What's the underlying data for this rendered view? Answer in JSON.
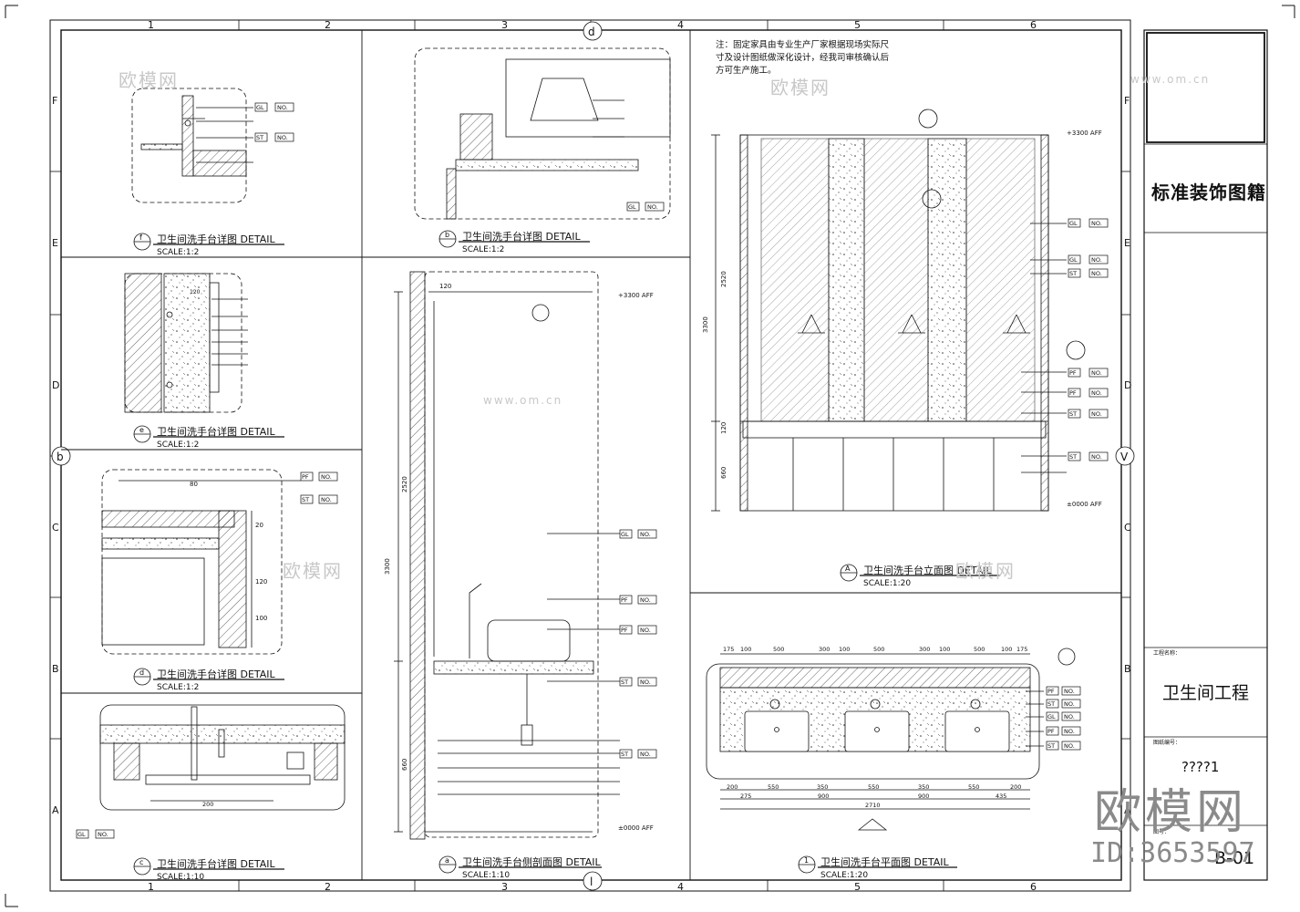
{
  "sheet": {
    "grid_columns": [
      "1",
      "2",
      "3",
      "4",
      "5",
      "6"
    ],
    "grid_rows": [
      "F",
      "E",
      "D",
      "C",
      "B",
      "A"
    ],
    "bubbles": [
      "d",
      "b",
      "V",
      "l"
    ],
    "note": [
      "注：固定家具由专业生产厂家根据现场实际尺",
      "寸及设计图纸做深化设计，经我司审核确认后",
      "方可生产施工。"
    ]
  },
  "title_block": {
    "series_title": "标准装饰图籍",
    "project_label": "工程名称：",
    "project_name": "卫生间工程",
    "drawing_no_label": "图纸编号：",
    "drawing_no": "????1",
    "sheet_label": "图号：",
    "sheet_no": "B-01"
  },
  "details": {
    "f": {
      "letter": "f",
      "title": "卫生间洗手台详图  DETAIL",
      "scale": "SCALE:1:2"
    },
    "e": {
      "letter": "e",
      "title": "卫生间洗手台详图  DETAIL",
      "scale": "SCALE:1:2"
    },
    "d": {
      "letter": "d",
      "title": "卫生间洗手台详图  DETAIL",
      "scale": "SCALE:1:2"
    },
    "c": {
      "letter": "c",
      "title": "卫生间洗手台详图  DETAIL",
      "scale": "SCALE:1:10"
    },
    "b": {
      "letter": "b",
      "title": "卫生间洗手台详图  DETAIL",
      "scale": "SCALE:1:2"
    },
    "a": {
      "letter": "a",
      "title": "卫生间洗手台侧剖面图  DETAIL",
      "scale": "SCALE:1:10"
    },
    "A": {
      "letter": "A",
      "title": "卫生间洗手台立面图  DETAIL",
      "scale": "SCALE:1:20"
    },
    "p1": {
      "letter": "1",
      "title": "卫生间洗手台平面图  DETAIL",
      "scale": "SCALE:1:20"
    }
  },
  "levels": {
    "top": "+3300 AFF",
    "floor": "±0000 AFF"
  },
  "tags": {
    "gl": "GL",
    "st": "ST",
    "pf": "PF",
    "no": "NO."
  },
  "dims": {
    "d80": "80",
    "d20": "20",
    "d120": "120",
    "d100": "100",
    "d200": "200",
    "h2520": "2520",
    "h3300": "3300",
    "h660": "660",
    "plan_top": [
      "175",
      "100",
      "500",
      "300",
      "100",
      "500",
      "300",
      "100",
      "500",
      "100",
      "175"
    ],
    "plan_bot1": [
      "200",
      "550",
      "350",
      "550",
      "350",
      "550",
      "200"
    ],
    "plan_bot2": [
      "275",
      "900",
      "900",
      "435"
    ],
    "plan_total": "2710"
  },
  "watermarks": {
    "site": "www.om.cn",
    "brand_small": "欧模网",
    "brand_big": "欧模网",
    "id": "ID:3653597"
  }
}
